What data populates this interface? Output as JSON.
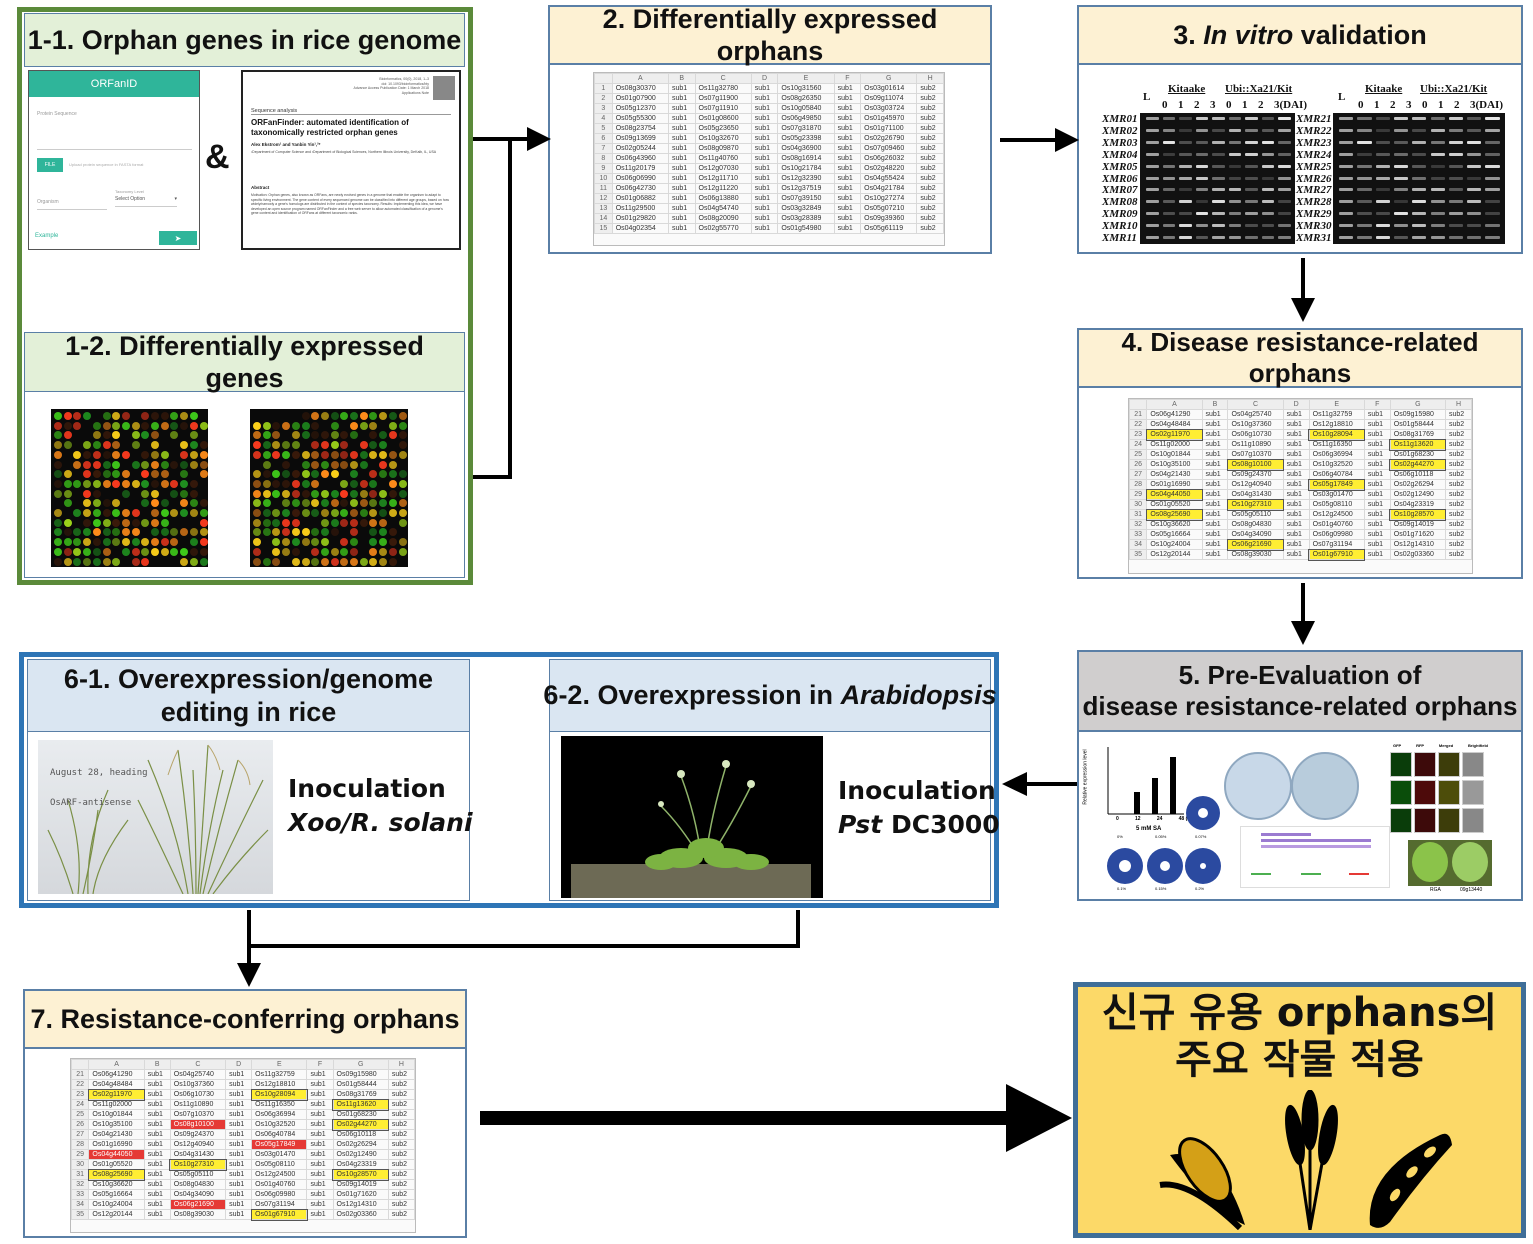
{
  "box_1_1": {
    "title": "1-1. Orphan genes in rice genome",
    "orfanid": {
      "app_title": "ORFanID",
      "protein_label": "Protein Sequence",
      "file_button": "FILE",
      "upload_placeholder": "Upload protein sequence in FASTA format",
      "organism_label": "Organism",
      "taxonomy_label": "Taxonomy Level",
      "select_option": "Select Option",
      "example_link": "Example",
      "submit_glyph": "➤"
    },
    "ampersand": "&",
    "paper": {
      "header_lines": [
        "Bioinformatics, 00(0), 2018, 1–3",
        "doi: 10.1093/bioinformatics/bty",
        "Advance Access Publication Date: 1 March 2018",
        "Applications Note"
      ],
      "section": "Sequence analysis",
      "title": "ORFanFinder: automated identification of taxonomically restricted orphan genes",
      "authors": "Alex Ekstrom¹ and Yanbin Yin¹,²*",
      "affiliation": "¹Department of Computer Science and ²Department of Biological Sciences, Northern Illinois University, DeKalb, IL, USA",
      "abstract_heading": "Abstract",
      "abstract_text": "Motivation: Orphan genes, also known as ORFans, are newly evolved genes in a genome that enable the organism to adapt to specific living environment. The gene content of every sequenced genome can be classified into different age groups, based on how widely/narrowly a gene's homologs are distributed in the context of species taxonomy. Results: Implementing this idea, we have developed an open source program named ORFanFinder and a free web server to allow automated classification of a genome's gene content and identification of ORFans at different taxonomic ranks."
    }
  },
  "box_1_2": {
    "title": "1-2. Differentially expressed genes"
  },
  "box_2": {
    "title": "2. Differentially expressed orphans"
  },
  "box_3": {
    "title_num": "3. ",
    "title_italic": "In vitro",
    "title_rest": " validation",
    "ladder": "L",
    "group1": "Kitaake",
    "group2": "Ubi::Xa21/Kit",
    "timepoints": [
      "0",
      "1",
      "2",
      "3",
      "0",
      "1",
      "2",
      "3(DAI)"
    ],
    "left_labels": [
      "XMR01",
      "XMR02",
      "XMR03",
      "XMR04",
      "XMR05",
      "XMR06",
      "XMR07",
      "XMR08",
      "XMR09",
      "XMR10",
      "XMR11"
    ],
    "right_labels": [
      "XMR21",
      "XMR22",
      "XMR23",
      "XMR24",
      "XMR25",
      "XMR26",
      "XMR27",
      "XMR28",
      "XMR29",
      "XMR30",
      "XMR31"
    ]
  },
  "box_4": {
    "title": "4. Disease resistance-related orphans"
  },
  "box_5": {
    "title_line1": "5. Pre-Evaluation of",
    "title_line2": "disease resistance-related orphans",
    "y_axis_label": "Relative expression level",
    "x_ticks": [
      "0",
      "12",
      "24",
      "48 (h)"
    ],
    "sa_label": "5 mM SA",
    "pct_labels": [
      "0%",
      "0.05%",
      "0.07%",
      "0.1%",
      "0.15%",
      "0.2%"
    ],
    "micro_cols": [
      "GFP",
      "RFP",
      "Merged",
      "Brightfield"
    ],
    "leaf_labels": [
      "RGA",
      "09g13440"
    ]
  },
  "box_6_1": {
    "title": "6-1. Overexpression/genome editing in rice",
    "photo_text_1": "August 28, heading",
    "photo_text_2": "OsARF-antisense",
    "inoc_line1": "Inoculation",
    "inoc_line2": "Xoo/R. solani"
  },
  "box_6_2": {
    "title_plain": "6-2. Overexpression in ",
    "title_italic": "Arabidopsis",
    "inoc_line1": "Inoculation",
    "inoc_italic": "Pst",
    "inoc_rest": " DC3000"
  },
  "box_7": {
    "title": "7. Resistance-conferring orphans"
  },
  "box_final": {
    "line1": "신규 유용 orphans의",
    "line2": "주요 작물 적용"
  },
  "sheet_cols": [
    "",
    "A",
    "B",
    "C",
    "D",
    "E",
    "F",
    "G",
    "H"
  ],
  "sheet2_rows": [
    [
      "1",
      "Os08g30370",
      "sub1",
      "Os11g32780",
      "sub1",
      "Os10g31560",
      "sub1",
      "Os03g01614",
      "sub2"
    ],
    [
      "2",
      "Os01g07900",
      "sub1",
      "Os07g11900",
      "sub1",
      "Os08g26350",
      "sub1",
      "Os09g11074",
      "sub2"
    ],
    [
      "3",
      "Os05g12370",
      "sub1",
      "Os07g11910",
      "sub1",
      "Os10g05840",
      "sub1",
      "Os03g03724",
      "sub2"
    ],
    [
      "4",
      "Os05g55300",
      "sub1",
      "Os01g08600",
      "sub1",
      "Os06g49850",
      "sub1",
      "Os01g45970",
      "sub2"
    ],
    [
      "5",
      "Os08g23754",
      "sub1",
      "Os05g23650",
      "sub1",
      "Os07g31870",
      "sub1",
      "Os01g71100",
      "sub2"
    ],
    [
      "6",
      "Os09g13699",
      "sub1",
      "Os10g32670",
      "sub1",
      "Os05g23398",
      "sub1",
      "Os02g26790",
      "sub2"
    ],
    [
      "7",
      "Os02g05244",
      "sub1",
      "Os08g09870",
      "sub1",
      "Os04g36900",
      "sub1",
      "Os07g09460",
      "sub2"
    ],
    [
      "8",
      "Os06g43960",
      "sub1",
      "Os11g40760",
      "sub1",
      "Os08g16914",
      "sub1",
      "Os06g26032",
      "sub2"
    ],
    [
      "9",
      "Os11g20179",
      "sub1",
      "Os12g07030",
      "sub1",
      "Os10g21784",
      "sub1",
      "Os02g48220",
      "sub2"
    ],
    [
      "10",
      "Os06g06990",
      "sub1",
      "Os12g11710",
      "sub1",
      "Os12g32390",
      "sub1",
      "Os04g55424",
      "sub2"
    ],
    [
      "11",
      "Os06g42730",
      "sub1",
      "Os12g11220",
      "sub1",
      "Os12g37519",
      "sub1",
      "Os04g21784",
      "sub2"
    ],
    [
      "12",
      "Os01g06882",
      "sub1",
      "Os06g13880",
      "sub1",
      "Os07g39150",
      "sub1",
      "Os10g27274",
      "sub2"
    ],
    [
      "13",
      "Os11g29500",
      "sub1",
      "Os04g54740",
      "sub1",
      "Os03g32849",
      "sub1",
      "Os05g07210",
      "sub2"
    ],
    [
      "14",
      "Os01g29820",
      "sub1",
      "Os08g20090",
      "sub1",
      "Os03g28389",
      "sub1",
      "Os09g39360",
      "sub2"
    ],
    [
      "15",
      "Os04g02354",
      "sub1",
      "Os02g55770",
      "sub1",
      "Os01g54980",
      "sub1",
      "Os05g61119",
      "sub2"
    ]
  ],
  "sheet4_rows": [
    [
      "21",
      "Os06g41290",
      "sub1",
      "Os04g25740",
      "sub1",
      "Os11g32759",
      "sub1",
      "Os09g15980",
      "sub2"
    ],
    [
      "22",
      "Os04g48484",
      "sub1",
      "Os10g37360",
      "sub1",
      "Os12g18810",
      "sub1",
      "Os01g58444",
      "sub2"
    ],
    [
      "23",
      "Os02g11970",
      "sub1",
      "Os06g10730",
      "sub1",
      "Os10g28094",
      "sub1",
      "Os08g31769",
      "sub2"
    ],
    [
      "24",
      "Os11g02000",
      "sub1",
      "Os11g10890",
      "sub1",
      "Os11g16350",
      "sub1",
      "Os11g13620",
      "sub2"
    ],
    [
      "25",
      "Os10g01844",
      "sub1",
      "Os07g10370",
      "sub1",
      "Os06g36994",
      "sub1",
      "Os01g68230",
      "sub2"
    ],
    [
      "26",
      "Os10g35100",
      "sub1",
      "Os08g10100",
      "sub1",
      "Os10g32520",
      "sub1",
      "Os02g44270",
      "sub2"
    ],
    [
      "27",
      "Os04g21430",
      "sub1",
      "Os09g24370",
      "sub1",
      "Os06g40784",
      "sub1",
      "Os06g10118",
      "sub2"
    ],
    [
      "28",
      "Os01g16990",
      "sub1",
      "Os12g40940",
      "sub1",
      "Os05g17849",
      "sub1",
      "Os02g26294",
      "sub2"
    ],
    [
      "29",
      "Os04g44050",
      "sub1",
      "Os04g31430",
      "sub1",
      "Os03g01470",
      "sub1",
      "Os02g12490",
      "sub2"
    ],
    [
      "30",
      "Os01g05520",
      "sub1",
      "Os10g27310",
      "sub1",
      "Os05g08110",
      "sub1",
      "Os04g23319",
      "sub2"
    ],
    [
      "31",
      "Os08g25690",
      "sub1",
      "Os05g05110",
      "sub1",
      "Os12g24500",
      "sub1",
      "Os10g28570",
      "sub2"
    ],
    [
      "32",
      "Os10g36620",
      "sub1",
      "Os08g04830",
      "sub1",
      "Os01g40760",
      "sub1",
      "Os09g14019",
      "sub2"
    ],
    [
      "33",
      "Os05g16664",
      "sub1",
      "Os04g34090",
      "sub1",
      "Os06g09980",
      "sub1",
      "Os01g71620",
      "sub2"
    ],
    [
      "34",
      "Os10g24004",
      "sub1",
      "Os06g21690",
      "sub1",
      "Os07g31194",
      "sub1",
      "Os12g14310",
      "sub2"
    ],
    [
      "35",
      "Os12g20144",
      "sub1",
      "Os08g39030",
      "sub1",
      "Os01g67910",
      "sub1",
      "Os02g03360",
      "sub2"
    ]
  ],
  "sheet4_yellow": [
    [
      2,
      1
    ],
    [
      2,
      5
    ],
    [
      3,
      7
    ],
    [
      5,
      3
    ],
    [
      5,
      7
    ],
    [
      7,
      5
    ],
    [
      8,
      1
    ],
    [
      9,
      3
    ],
    [
      10,
      1
    ],
    [
      10,
      7
    ],
    [
      13,
      3
    ],
    [
      14,
      5
    ]
  ],
  "sheet7_yellow": [
    [
      2,
      1
    ],
    [
      2,
      5
    ],
    [
      3,
      7
    ],
    [
      5,
      7
    ],
    [
      9,
      3
    ],
    [
      10,
      1
    ],
    [
      10,
      7
    ],
    [
      14,
      5
    ]
  ],
  "sheet7_red": [
    [
      5,
      3
    ],
    [
      7,
      5
    ],
    [
      8,
      1
    ],
    [
      13,
      3
    ]
  ]
}
